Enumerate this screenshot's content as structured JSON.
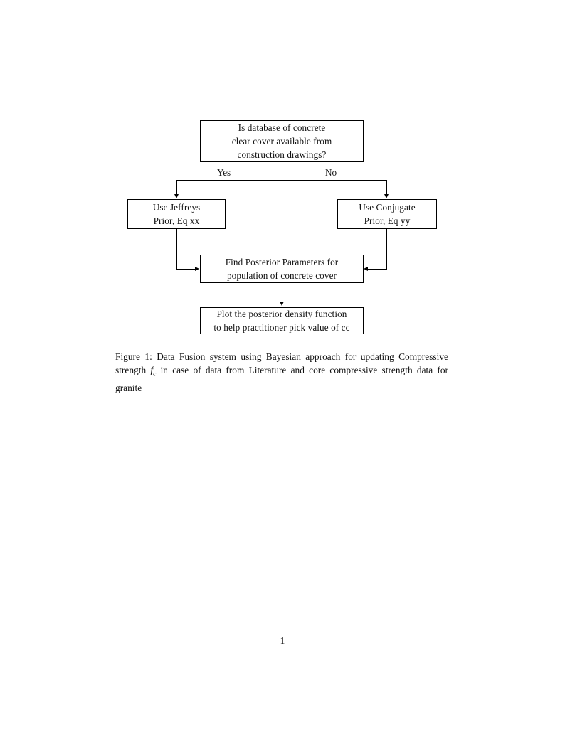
{
  "document": {
    "page_number": "1",
    "background_color": "#ffffff",
    "text_color": "#111111",
    "line_color": "#000000"
  },
  "figure": {
    "type": "flowchart",
    "nodes": [
      {
        "id": "decision",
        "shape": "rectangle",
        "lines": [
          "Is database of concrete",
          "clear cover available from",
          "construction drawings?"
        ]
      },
      {
        "id": "jeffreys",
        "shape": "rectangle",
        "lines": [
          "Use Jeffreys",
          "Prior, Eq xx"
        ]
      },
      {
        "id": "conjugate",
        "shape": "rectangle",
        "lines": [
          "Use Conjugate",
          "Prior, Eq yy"
        ]
      },
      {
        "id": "posterior",
        "shape": "rectangle",
        "lines": [
          "Find Posterior Parameters for",
          "population of concrete cover"
        ]
      },
      {
        "id": "plot",
        "shape": "rectangle",
        "lines": [
          "Plot the posterior density function",
          "to help practitioner pick value of cc"
        ]
      }
    ],
    "edge_labels": {
      "yes": "Yes",
      "no": "No"
    }
  },
  "caption": {
    "label": "Figure 1:",
    "text_before_math": " Data Fusion system using Bayesian approach for updating Compressive strength ",
    "math_base": "f",
    "math_sub": "c",
    "text_after_math": " in case of data from Literature and core compressive strength data for granite"
  }
}
